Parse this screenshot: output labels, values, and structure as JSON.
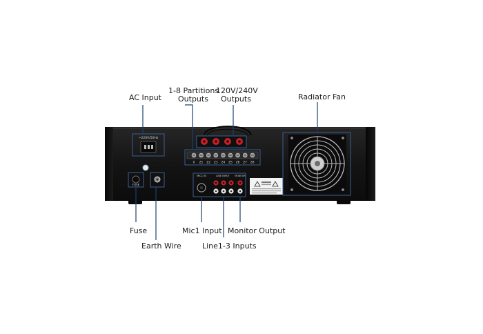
{
  "labels": {
    "ac_input": "AC Input",
    "partitions_line1": "1-8 Partitions",
    "partitions_line2": "Outputs",
    "voltage_line1": "120V/240V",
    "voltage_line2": "Outputs",
    "radiator_fan": "Radiator Fan",
    "fuse": "Fuse",
    "earth_wire": "Earth Wire",
    "mic1_input": "Mic1 Input",
    "line_inputs": "Line1-3 Inputs",
    "monitor_output": "Monitor Output"
  },
  "panel_text": {
    "ac_rating": "~220V/50Hz",
    "fuse_mark": "FUSE",
    "mic_header": "MIC1 IN",
    "line_header": "LINE INPUT",
    "monitor_header": "MONITOR",
    "terminal_labels": [
      "0",
      "Z1",
      "Z2",
      "Z3",
      "Z4",
      "Z5",
      "Z6",
      "Z7",
      "Z8"
    ]
  },
  "colors": {
    "chassis": "#161616",
    "callout_line": "#1d3f73",
    "outline": "#3a5f96",
    "rca_red": "#c8202a",
    "rca_white": "#e8e8e8"
  }
}
